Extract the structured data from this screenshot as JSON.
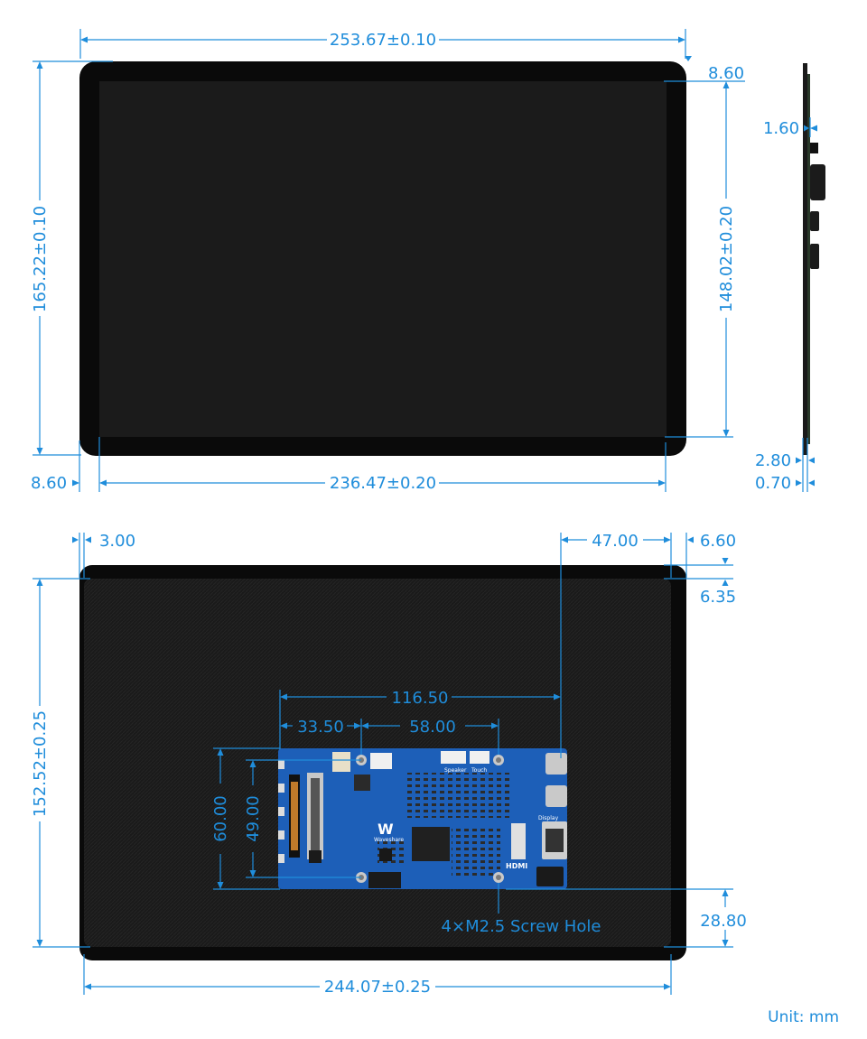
{
  "front_view": {
    "overall_width": "253.67±0.10",
    "top_bezel": "8.60",
    "overall_height": "165.22±0.10",
    "active_area_height": "148.02±0.20",
    "left_bezel": "8.60",
    "active_area_width": "236.47±0.20"
  },
  "side_view": {
    "pcb_thickness": "1.60",
    "bottom_offset": "2.80",
    "glass_offset": "0.70"
  },
  "back_view": {
    "left_offset": "3.00",
    "port_to_edge": "47.00",
    "right_offset": "6.60",
    "top_offset": "6.35",
    "connector_span": "116.50",
    "hole_spacing_small": "33.50",
    "hole_spacing_large": "58.00",
    "board_height_outer": "60.00",
    "board_height_inner": "49.00",
    "back_height": "152.52±0.25",
    "screw_hole_note": "4×M2.5 Screw Hole",
    "hole_to_bottom": "28.80",
    "back_width": "244.07±0.25"
  },
  "board_silkscreen": {
    "speaker": "Speaker",
    "touch": "Touch",
    "display": "Display",
    "hdmi": "HDMI",
    "brand": "Waveshare",
    "logo": "W"
  },
  "unit": "Unit: mm",
  "colors": {
    "dimension": "#1f8ddb",
    "frame": "#0a0a0a",
    "screen": "#1b1b1b",
    "pcb": "#1d5fb8"
  }
}
